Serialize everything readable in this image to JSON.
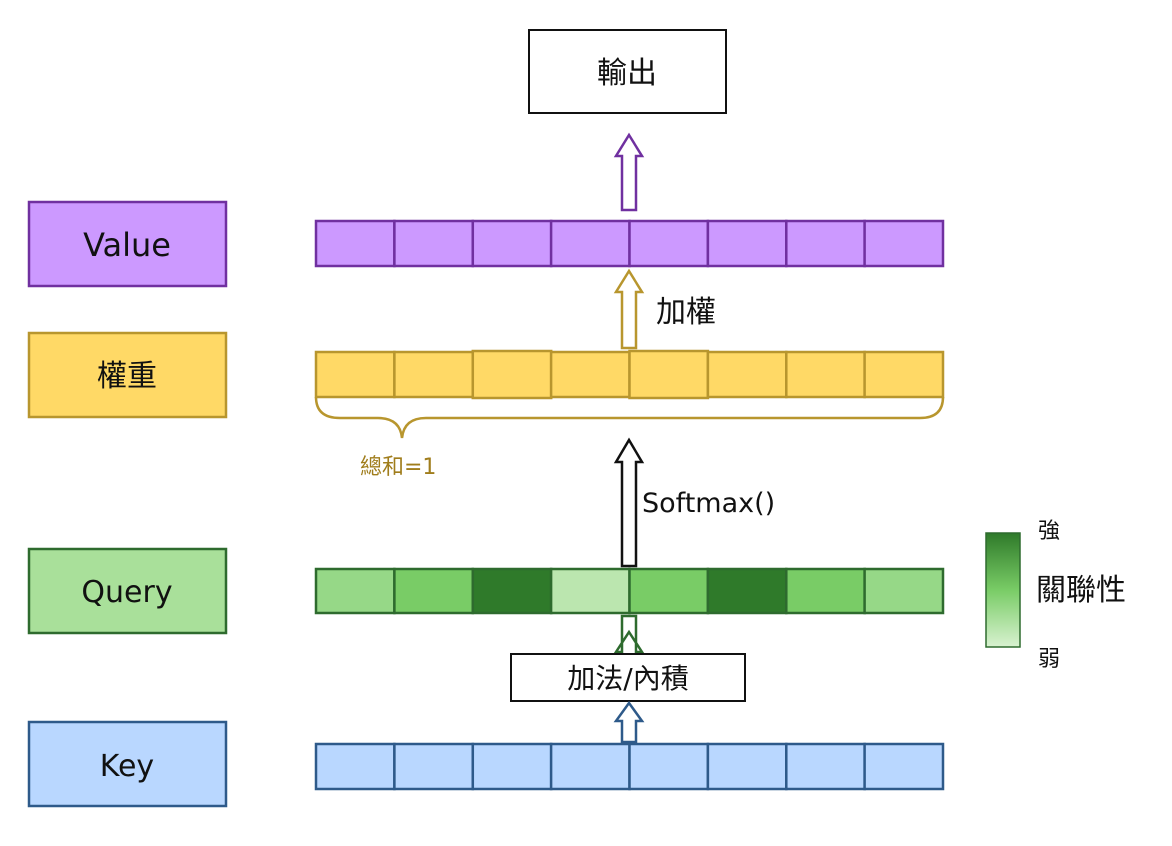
{
  "labels": {
    "output": "輸出",
    "value": "Value",
    "weight": "權重",
    "query": "Query",
    "key": "Key",
    "weighting": "加權",
    "sum_one": "總和=1",
    "softmax": "Softmax()",
    "combine": "加法/內積",
    "legend_strong": "強",
    "legend_title": "關聯性",
    "legend_weak": "弱"
  },
  "colors": {
    "value_fill": "#cc99ff",
    "value_stroke": "#7030a0",
    "weight_fill": "#ffd966",
    "weight_stroke": "#b8962e",
    "query_stroke": "#2e6b2e",
    "key_fill": "#b9d7ff",
    "key_stroke": "#2e5a8a",
    "text_dark": "#111111",
    "weight_text": "#a07d1c"
  },
  "query_levels": [
    0.45,
    0.65,
    1.0,
    0.2,
    0.65,
    1.0,
    0.65,
    0.45
  ],
  "cells_per_row": 8
}
